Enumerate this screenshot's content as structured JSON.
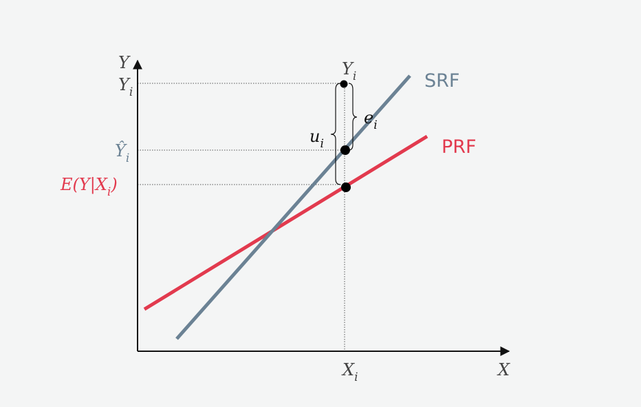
{
  "diagram": {
    "labels": {
      "y_axis": "Y",
      "x_axis": "X",
      "x_tick": "X",
      "x_tick_sub": "i",
      "y_tick_yi": "Y",
      "y_tick_yi_sub": "i",
      "y_tick_yhat": "Ŷ",
      "y_tick_yhat_sub": "i",
      "y_tick_ey": "E(Y|X",
      "y_tick_ey_sub": "i",
      "y_tick_ey_close": ")",
      "point_yi": "Y",
      "point_yi_sub": "i",
      "u_label": "u",
      "u_sub": "i",
      "e_label": "e",
      "e_sub": "i",
      "srf": "SRF",
      "prf": "PRF"
    },
    "colors": {
      "background": "#f4f5f5",
      "srf": "#6b8294",
      "prf": "#e23a4e",
      "axis": "#111111",
      "guide": "#555555"
    }
  }
}
